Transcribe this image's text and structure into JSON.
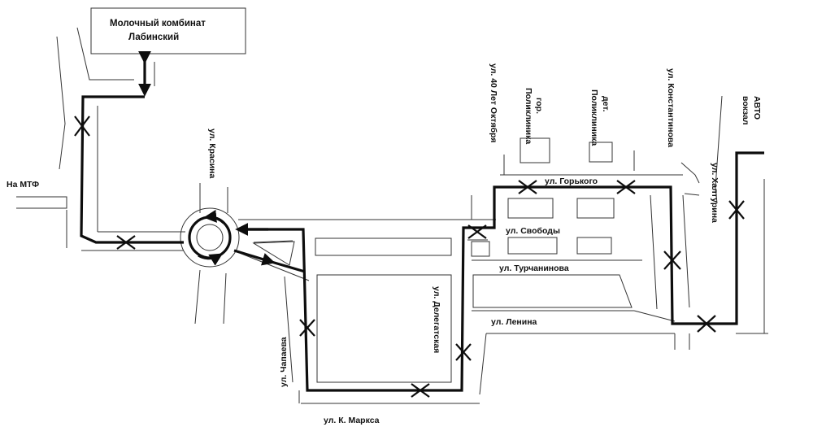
{
  "labels": {
    "plant_line1": "Молочный комбинат",
    "plant_line2": "Лабинский",
    "to_mtf": "На МТФ",
    "krasina": "ул. Красина",
    "oktyabrya": "ул. 40 Лет Октября",
    "gor_poly_1": "гор.",
    "gor_poly_2": "Поликлиника",
    "det_poly_1": "дет.",
    "det_poly_2": "Поликлиника",
    "konstantinova": "ул. Константинова",
    "avto_1": "АВТО",
    "avto_2": "вокзал",
    "gorkogo": "ул. Горького",
    "khalturina": "ул. Халтурина",
    "svobody": "ул. Свободы",
    "turchaninova": "ул. Турчанинова",
    "delegatskaya": "ул. Делегатская",
    "lenina": "ул. Ленина",
    "chapaeva": "ул. Чапаева",
    "marksa": "ул. К. Маркса"
  },
  "colors": {
    "route": "#0d0d0d",
    "street": "#333333",
    "background": "#ffffff"
  },
  "icons": {
    "closure_mark": "x-cross-icon",
    "direction_arrow": "arrow-icon",
    "roundabout": "roundabout-icon"
  }
}
